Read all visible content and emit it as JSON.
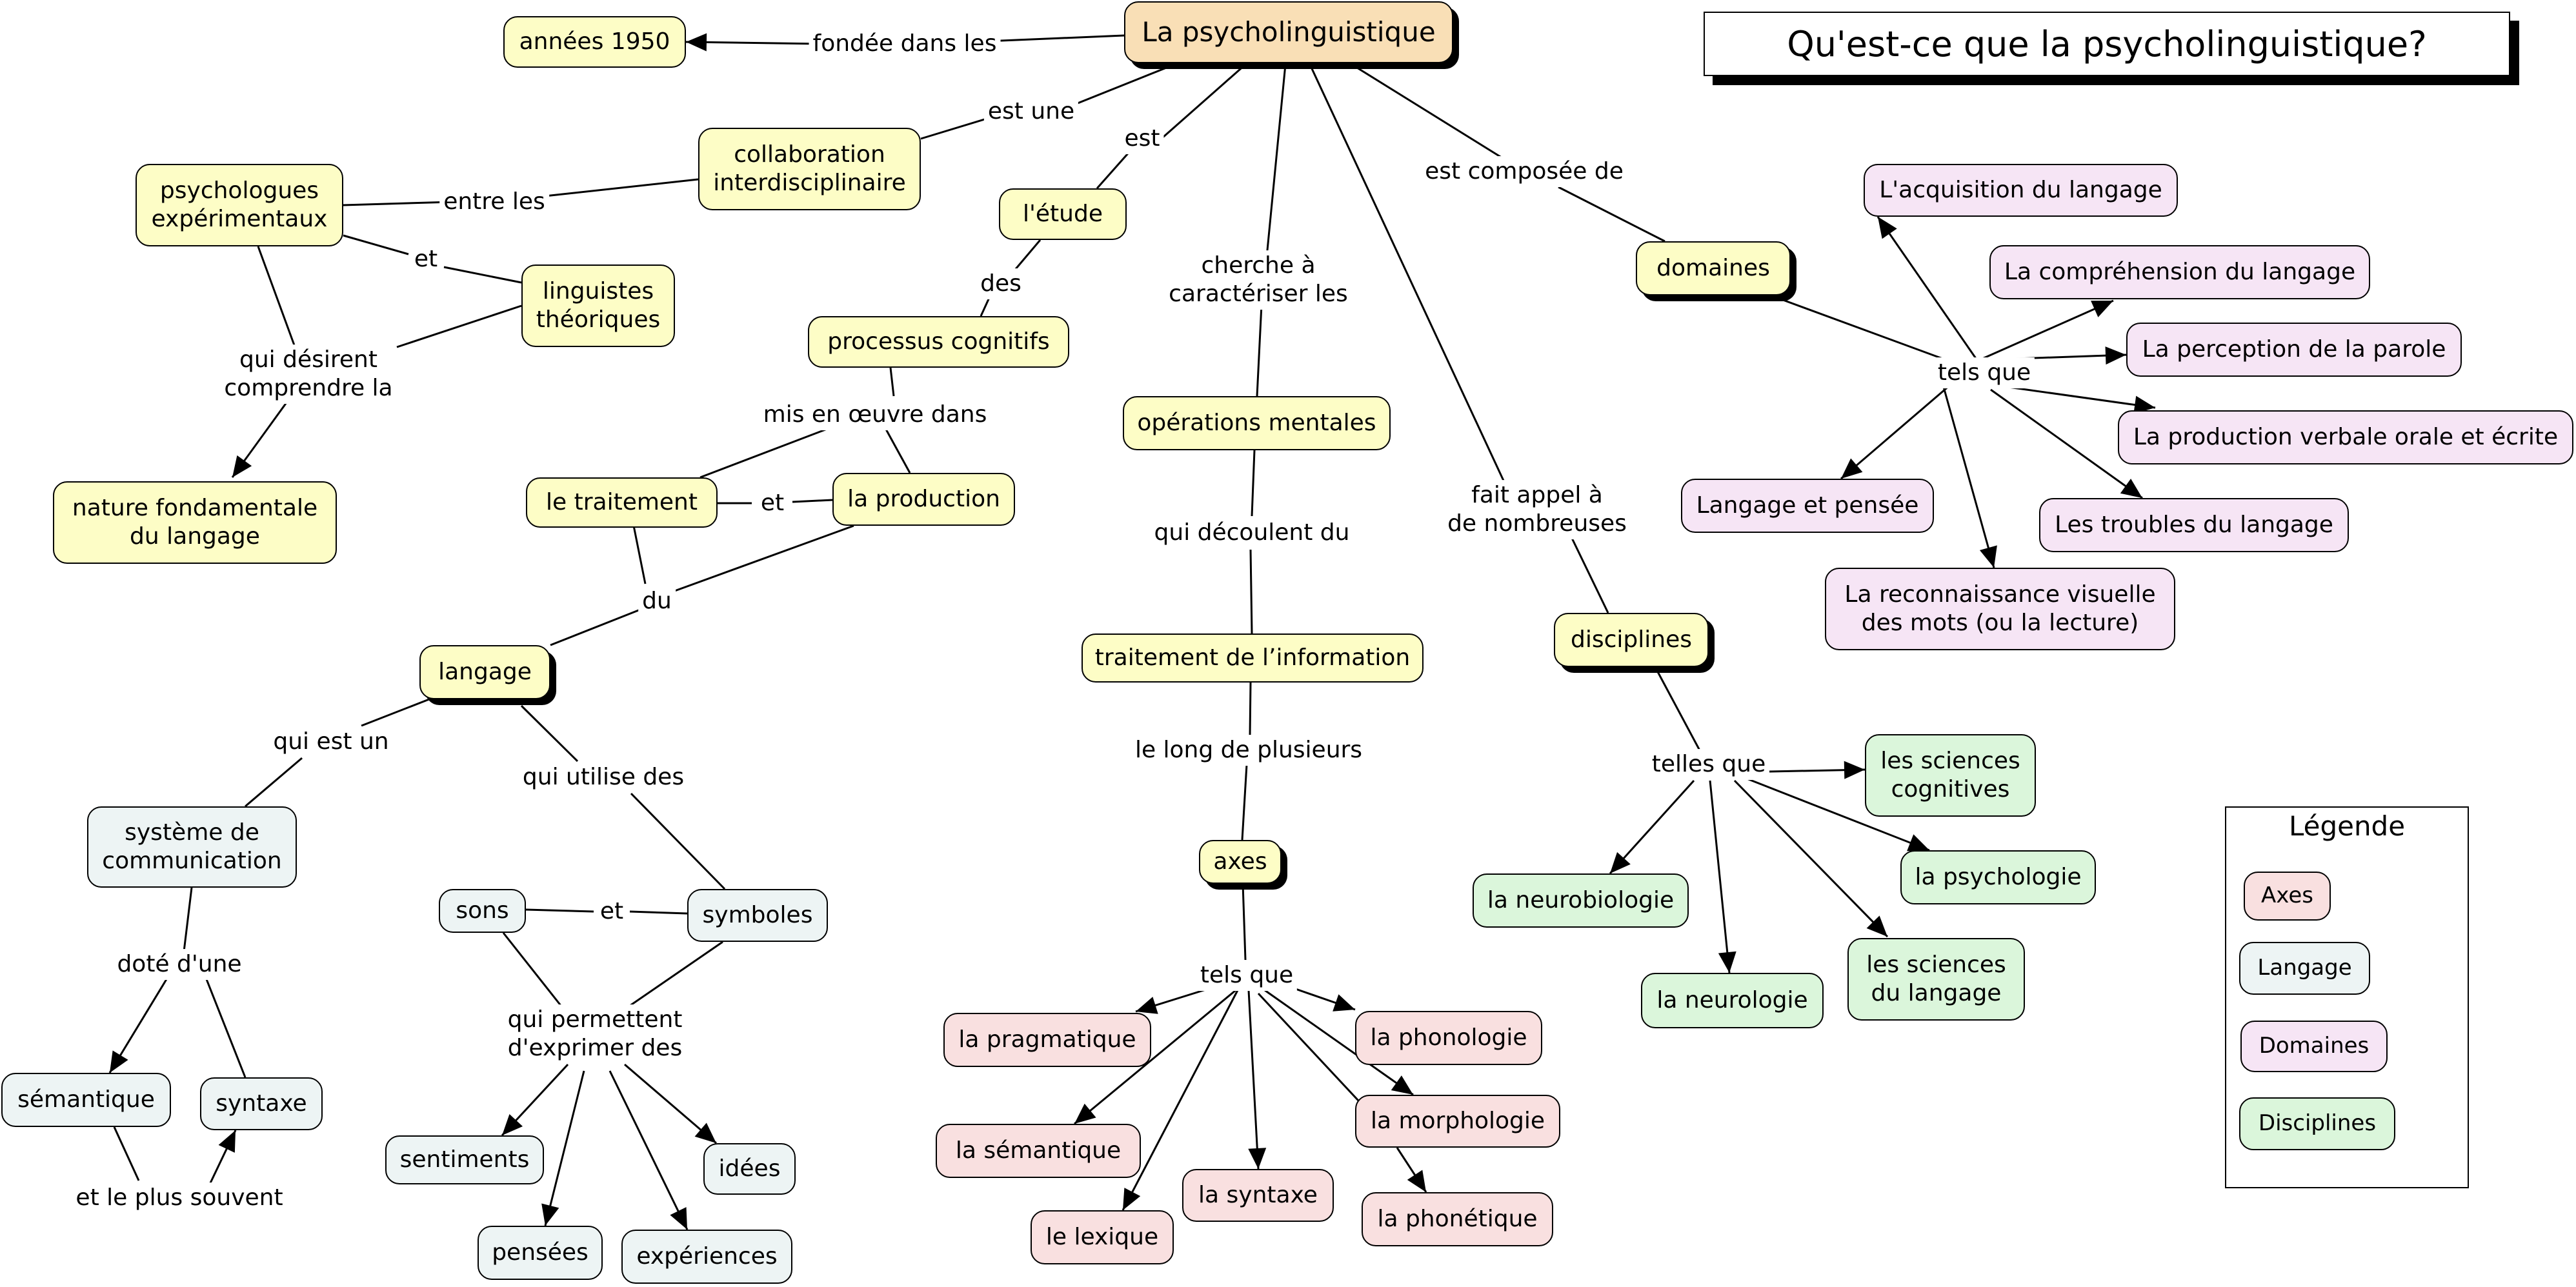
{
  "title": "Qu'est-ce que la psycholinguistique?",
  "colors": {
    "main": "#f9dfb6",
    "concept": "#fdfdc6",
    "langage": "#edf4f4",
    "axes": "#f9e0e0",
    "domaines": "#f6e5f5",
    "disciplines": "#dbf6db"
  },
  "nodes": {
    "psycholinguistique": "La psycholinguistique",
    "annees_1950": "années 1950",
    "collaboration": "collaboration\ninterdisciplinaire",
    "psychologues": "psychologues\nexpérimentaux",
    "linguistes": "linguistes\nthéoriques",
    "nature": "nature fondamentale\ndu langage",
    "etude": "l'étude",
    "processus": "processus cognitifs",
    "traitement": "le traitement",
    "production": "la production",
    "langage": "langage",
    "systeme": "système de\ncommunication",
    "semantique_lang": "sémantique",
    "syntaxe_lang": "syntaxe",
    "sons": "sons",
    "symboles": "symboles",
    "sentiments": "sentiments",
    "pensees": "pensées",
    "experiences": "expériences",
    "idees": "idées",
    "operations": "opérations mentales",
    "traitement_info": "traitement de l’information",
    "axes": "axes",
    "pragmatique": "la pragmatique",
    "semantique_axe": "la sémantique",
    "lexique": "le lexique",
    "syntaxe_axe": "la syntaxe",
    "phonologie": "la phonologie",
    "morphologie": "la morphologie",
    "phonetique": "la phonétique",
    "domaines": "domaines",
    "acquisition": "L'acquisition du langage",
    "comprehension": "La compréhension du langage",
    "perception": "La perception de la parole",
    "production_verbale": "La production verbale orale et écrite",
    "langage_pensee": "Langage et pensée",
    "troubles": "Les troubles du langage",
    "reconnaissance": "La reconnaissance visuelle\ndes mots (ou la lecture)",
    "disciplines": "disciplines",
    "sciences_cognitives": "les sciences\ncognitives",
    "psychologie": "la psychologie",
    "sciences_langage": "les sciences\ndu langage",
    "neurobiologie": "la neurobiologie",
    "neurologie": "la neurologie"
  },
  "links": {
    "fondee": "fondée dans les",
    "est_une": "est une",
    "est": "est",
    "entre_les": "entre les",
    "et_psy": "et",
    "qui_desirent": "qui désirent\ncomprendre la",
    "des": "des",
    "mis_en_oeuvre": "mis en œuvre dans",
    "et_trait": "et",
    "du": "du",
    "qui_est_un": "qui est un",
    "qui_utilise": "qui utilise des",
    "dote": "doté d'une",
    "et_plus_souvent": "et le plus souvent",
    "et_sons": "et",
    "qui_permettent": "qui permettent\nd'exprimer des",
    "cherche": "cherche à\ncaractériser les",
    "qui_decoulent": "qui découlent du",
    "le_long": "le long de plusieurs",
    "tels_que_axes": "tels que",
    "est_composee": "est composée de",
    "tels_que_domaines": "tels que",
    "fait_appel": "fait appel à\nde nombreuses",
    "telles_que": "telles que"
  },
  "legend": {
    "title": "Légende",
    "items": [
      "Axes",
      "Langage",
      "Domaines",
      "Disciplines"
    ]
  }
}
